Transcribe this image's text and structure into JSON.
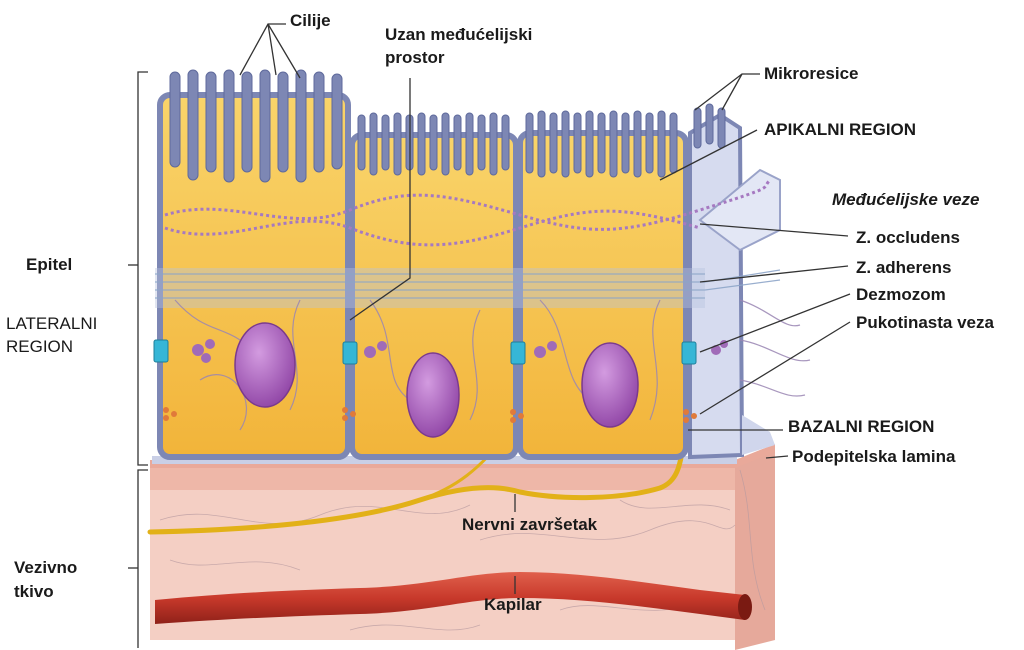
{
  "labels": {
    "cilije": "Cilije",
    "uzan_line1": "Uzan međućelijski",
    "uzan_line2": "prostor",
    "mikroresice": "Mikroresice",
    "apikalni": "APIKALNI REGION",
    "medjucelijske": "Međućelijske veze",
    "occludens": "Z. occludens",
    "adherens": "Z. adherens",
    "dezmozom": "Dezmozom",
    "pukotinasta": "Pukotinasta veza",
    "bazalni": "BAZALNI REGION",
    "podepitelska": "Podepitelska lamina",
    "nervni": "Nervni završetak",
    "kapilar": "Kapilar",
    "epitel": "Epitel",
    "lateralni_line1": "LATERALNI",
    "lateralni_line2": "REGION",
    "vezivno_line1": "Vezivno",
    "vezivno_line2": "tkivo"
  },
  "colors": {
    "cytoplasm": "#f7c247",
    "membrane": "#8e98c2",
    "nucleus": "#a45cb8",
    "connective": "#f2c3b7",
    "capillary": "#c8392b",
    "nerve": "#f0c319",
    "lamina": "#d5dbee"
  }
}
